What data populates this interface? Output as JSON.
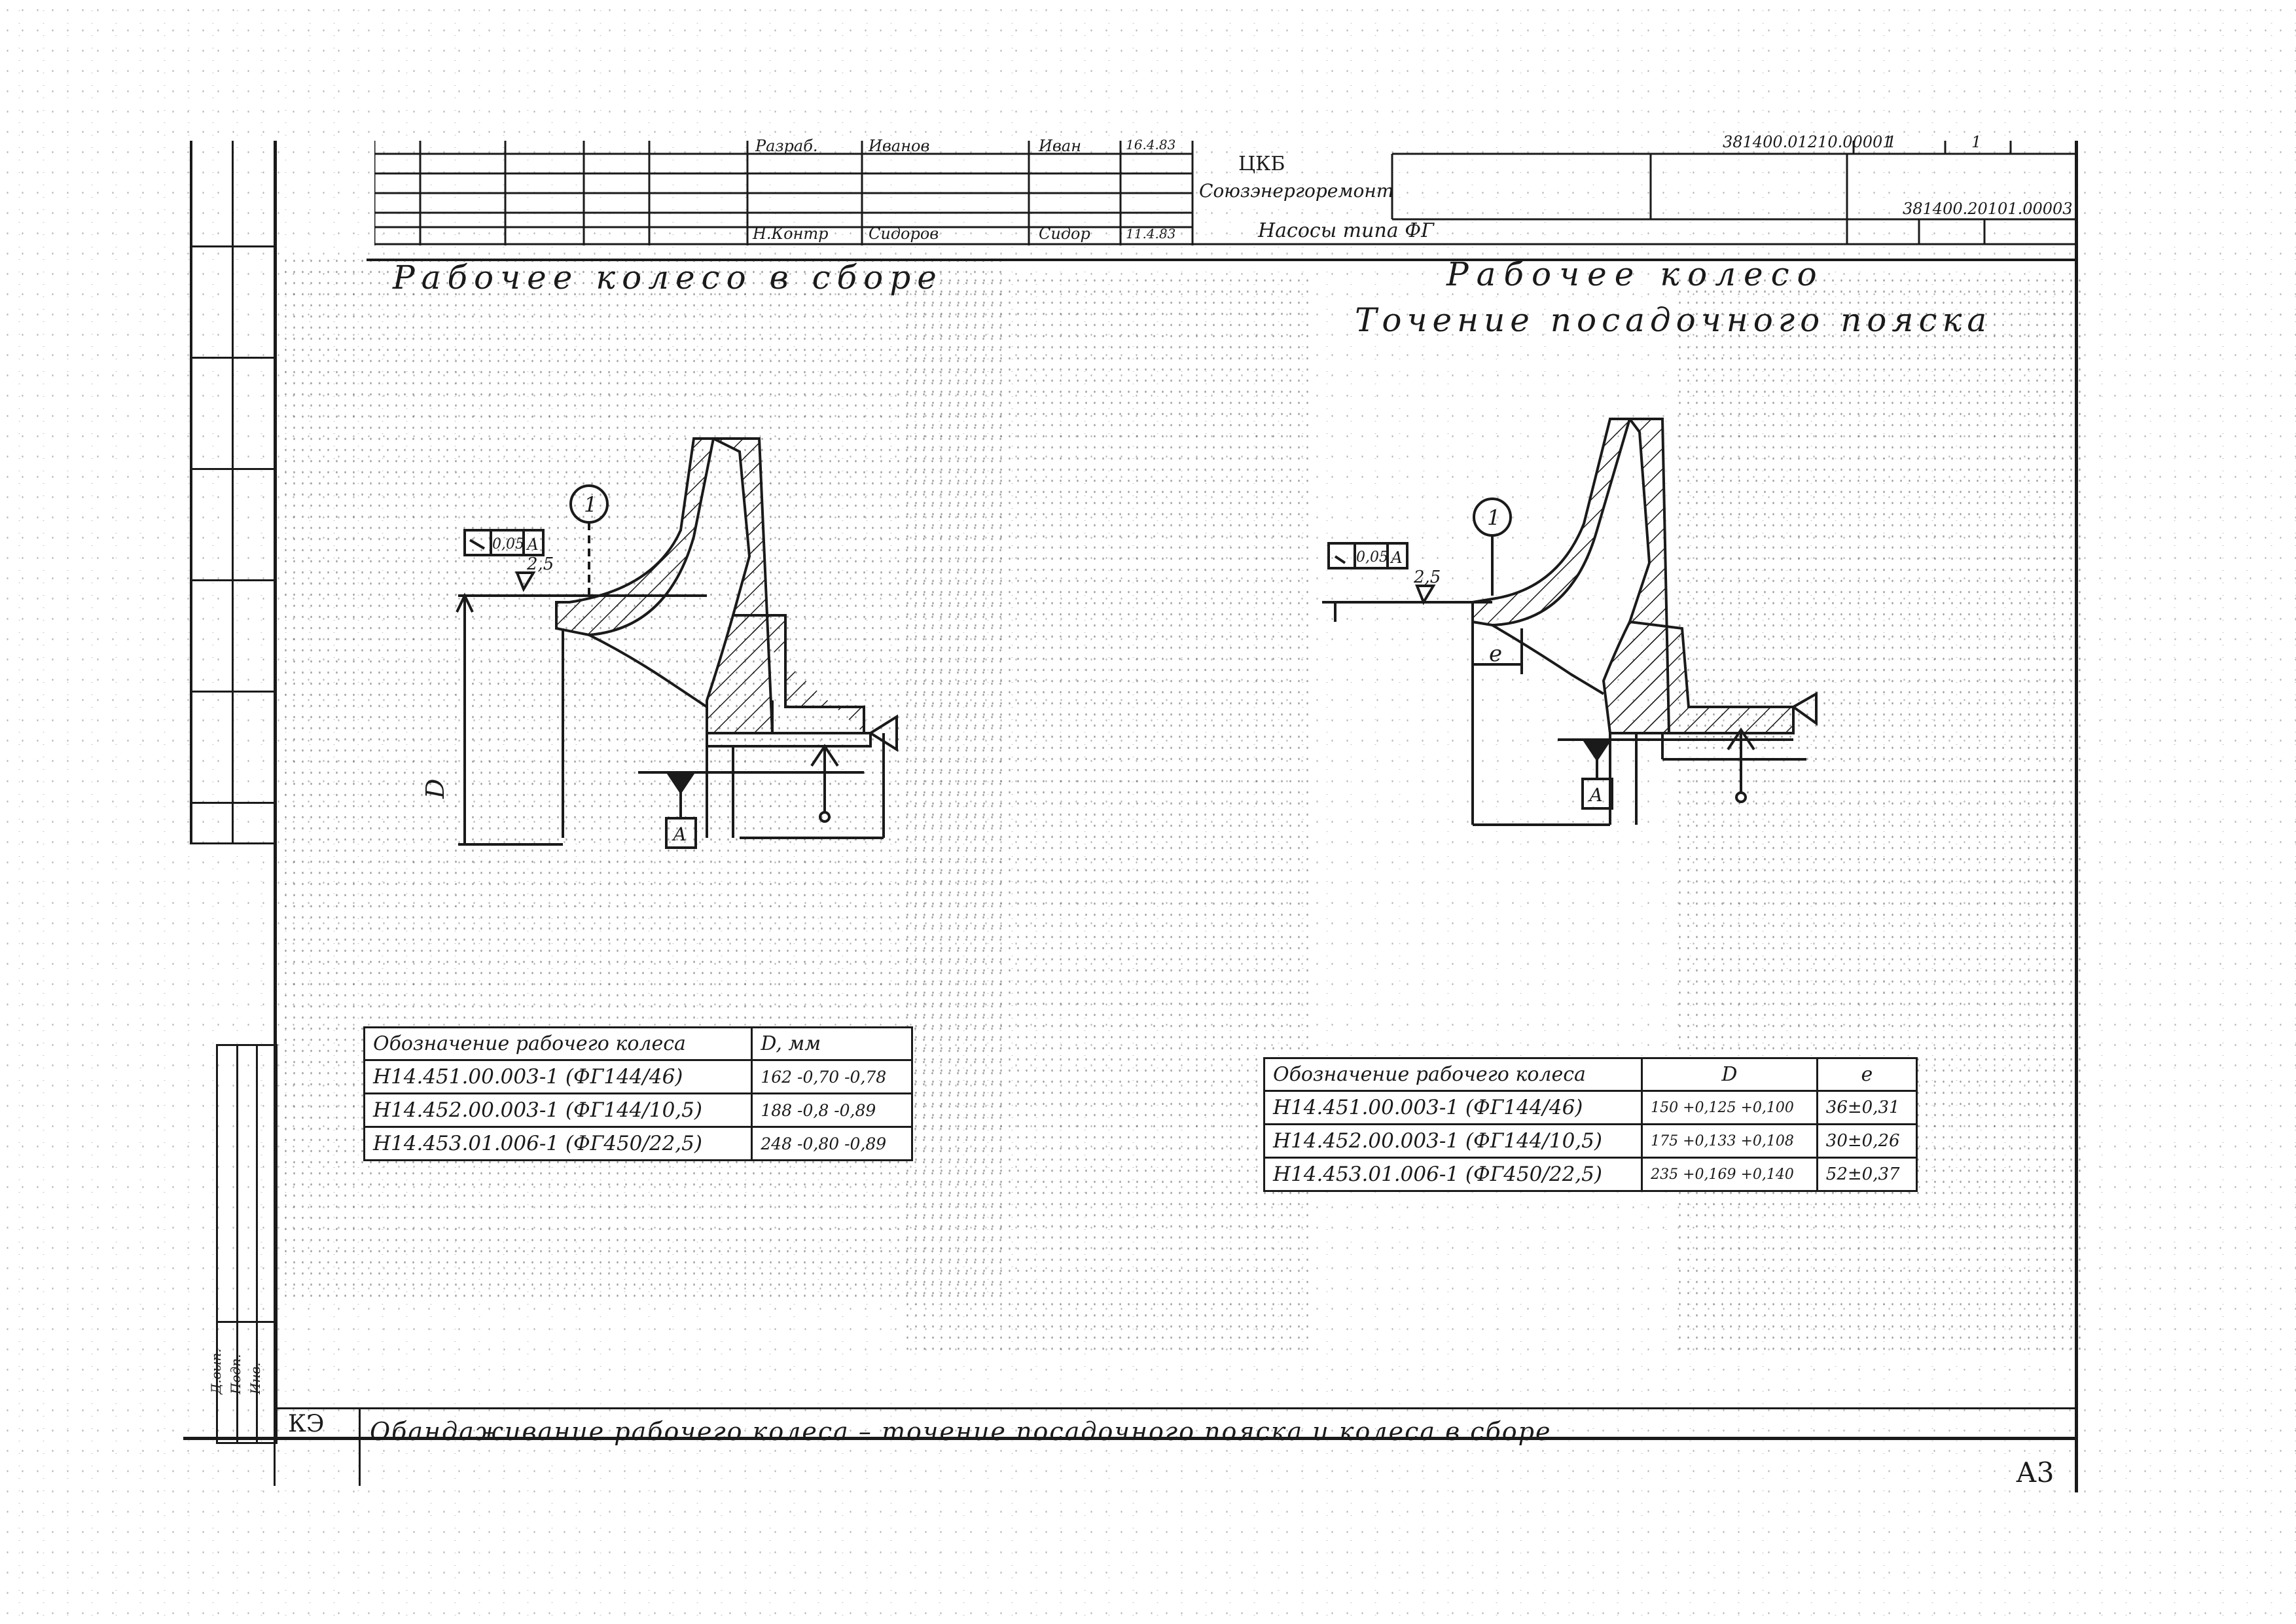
{
  "title_block": {
    "developer_role": "Разраб.",
    "developer_name": "Иванов",
    "developer_sign": "Иван",
    "developer_date": "16.4.83",
    "control_role": "Н.Контр",
    "control_name": "Сидоров",
    "control_sign": "Сидор",
    "control_date": "11.4.83",
    "org_line1": "ЦКБ",
    "org_line2": "Союзэнергоремонт",
    "product": "Насосы типа ФГ",
    "doc_number_top": "381400.01210.00001",
    "sheet": "1",
    "sheets": "1",
    "doc_number": "381400.20101.00003"
  },
  "left_title": "Рабочее колесо в сборе",
  "right_title_1": "Рабочее колесо",
  "right_title_2": "Точение посадочного пояска",
  "left_drawing": {
    "tolerance_value": "0,05",
    "tolerance_datum": "А",
    "roughness": "2,5",
    "callout": "1",
    "dim_label": "D",
    "datum_box": "А"
  },
  "right_drawing": {
    "tolerance_value": "0,05",
    "tolerance_datum": "А",
    "roughness": "2,5",
    "callout": "1",
    "dim_label": "е",
    "datum_box": "А"
  },
  "left_table": {
    "headers": [
      "Обозначение рабочего колеса",
      "D, мм"
    ],
    "rows": [
      [
        "Н14.451.00.003-1 (ФГ144/46)",
        "162 -0,70 -0,78"
      ],
      [
        "Н14.452.00.003-1 (ФГ144/10,5)",
        "188 -0,8 -0,89"
      ],
      [
        "Н14.453.01.006-1 (ФГ450/22,5)",
        "248 -0,80 -0,89"
      ]
    ]
  },
  "right_table": {
    "headers": [
      "Обозначение рабочего колеса",
      "D",
      "е"
    ],
    "rows": [
      [
        "Н14.451.00.003-1 (ФГ144/46)",
        "150 +0,125 +0,100",
        "36±0,31"
      ],
      [
        "Н14.452.00.003-1 (ФГ144/10,5)",
        "175 +0,133 +0,108",
        "30±0,26"
      ],
      [
        "Н14.453.01.006-1 (ФГ450/22,5)",
        "235 +0,169 +0,140",
        "52±0,37"
      ]
    ]
  },
  "bottom": {
    "code": "КЭ",
    "caption": "Обандаживание рабочего колеса – точение посадочного пояска и колеса в сборе",
    "format": "А3"
  },
  "side_labels": [
    "Д.вып.",
    "Подп.",
    "Инв."
  ]
}
